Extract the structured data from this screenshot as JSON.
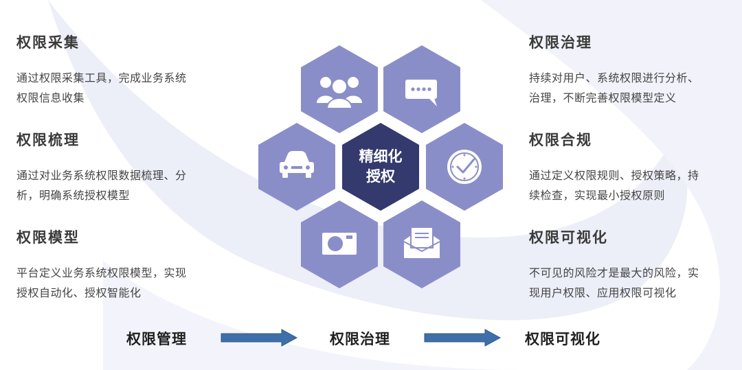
{
  "center": {
    "line1": "精细化",
    "line2": "授权"
  },
  "hex_icons": [
    "users-icon",
    "chat-bubble-icon",
    "car-icon",
    "clock-icon",
    "camera-icon",
    "mail-icon"
  ],
  "colors": {
    "hex": "#8a8ec8",
    "center": "#343a6e",
    "swoosh": "#eceef8",
    "arrow": "#3f6fa8"
  },
  "left": [
    {
      "title": "权限采集",
      "lines": [
        "通过权限采集工具，完成业务系统",
        "权限信息收集"
      ]
    },
    {
      "title": "权限梳理",
      "lines": [
        "通过对业务系统权限数据梳理、分",
        "析，明确系统授权模型"
      ]
    },
    {
      "title": "权限模型",
      "lines": [
        "平台定义业务系统权限模型，实现",
        "授权自动化、授权智能化"
      ]
    }
  ],
  "right": [
    {
      "title": "权限治理",
      "lines": [
        "持续对用户、系统权限进行分析、",
        "治理，不断完善权限模型定义"
      ]
    },
    {
      "title": "权限合规",
      "lines": [
        "通过定义权限规则、授权策略，持",
        "续检查，实现最小授权原则"
      ]
    },
    {
      "title": "权限可视化",
      "lines": [
        "不可见的风险才是最大的风险，实",
        "现用户权限、应用权限可视化"
      ]
    }
  ],
  "flow": [
    "权限管理",
    "权限治理",
    "权限可视化"
  ]
}
